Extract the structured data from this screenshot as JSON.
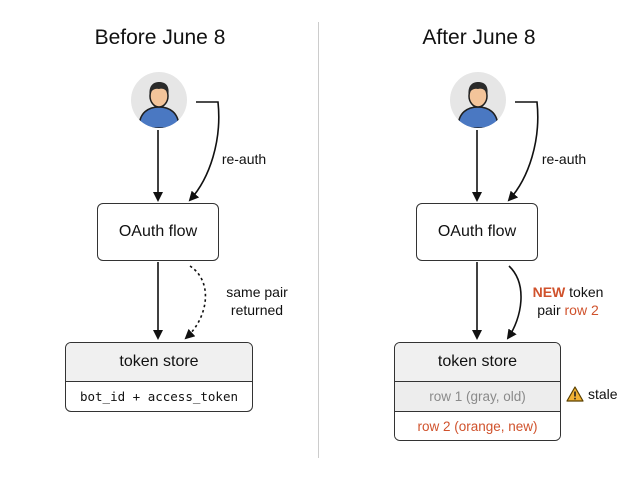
{
  "left": {
    "title": "Before June 8",
    "reauth_label": "re-auth",
    "oauth_label": "OAuth flow",
    "returned_label_line1": "same pair",
    "returned_label_line2": "returned",
    "store_title": "token store",
    "store_row": "bot_id + access_token"
  },
  "right": {
    "title": "After June 8",
    "reauth_label": "re-auth",
    "oauth_label": "OAuth flow",
    "new_label_word1": "NEW",
    "new_label_word2": " token",
    "new_label_line2a": "pair ",
    "new_label_line2b": "row 2",
    "store_title": "token store",
    "row_old": "row 1 (gray, old)",
    "row_new": "row 2 (orange, new)",
    "stale_label": "stale"
  },
  "colors": {
    "accent": "#d0522c",
    "avatar_body": "#4a78c2",
    "avatar_skin": "#f3c49a",
    "warning": "#f2b233"
  },
  "icons": [
    "user-avatar-icon",
    "warning-icon"
  ]
}
